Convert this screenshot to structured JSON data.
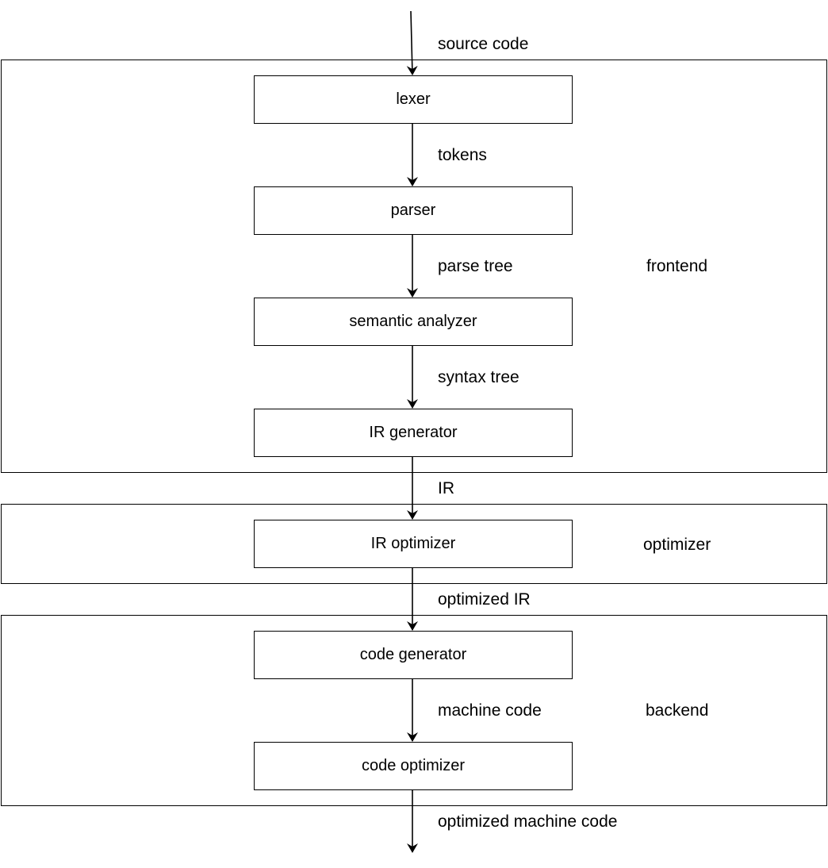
{
  "groups": {
    "frontend": "frontend",
    "optimizer": "optimizer",
    "backend": "backend"
  },
  "stages": {
    "lexer": "lexer",
    "parser": "parser",
    "semantic_analyzer": "semantic analyzer",
    "ir_generator": "IR generator",
    "ir_optimizer": "IR optimizer",
    "code_generator": "code generator",
    "code_optimizer": "code optimizer"
  },
  "edges": {
    "source_code": "source code",
    "tokens": "tokens",
    "parse_tree": "parse tree",
    "syntax_tree": "syntax tree",
    "ir": "IR",
    "optimized_ir": "optimized IR",
    "machine_code": "machine code",
    "optimized_machine_code": "optimized machine code"
  }
}
